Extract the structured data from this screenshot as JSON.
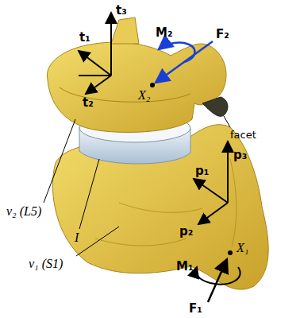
{
  "diagram": {
    "labels": [
      "t₃",
      "t₁",
      "t₂",
      "M₂",
      "F₂",
      "X₂",
      "ν₂ (L5)",
      "I",
      "ν₁ (S1)",
      "facet",
      "p₁",
      "p₃",
      "p₂",
      "X₁",
      "M₁",
      "F₁"
    ]
  }
}
